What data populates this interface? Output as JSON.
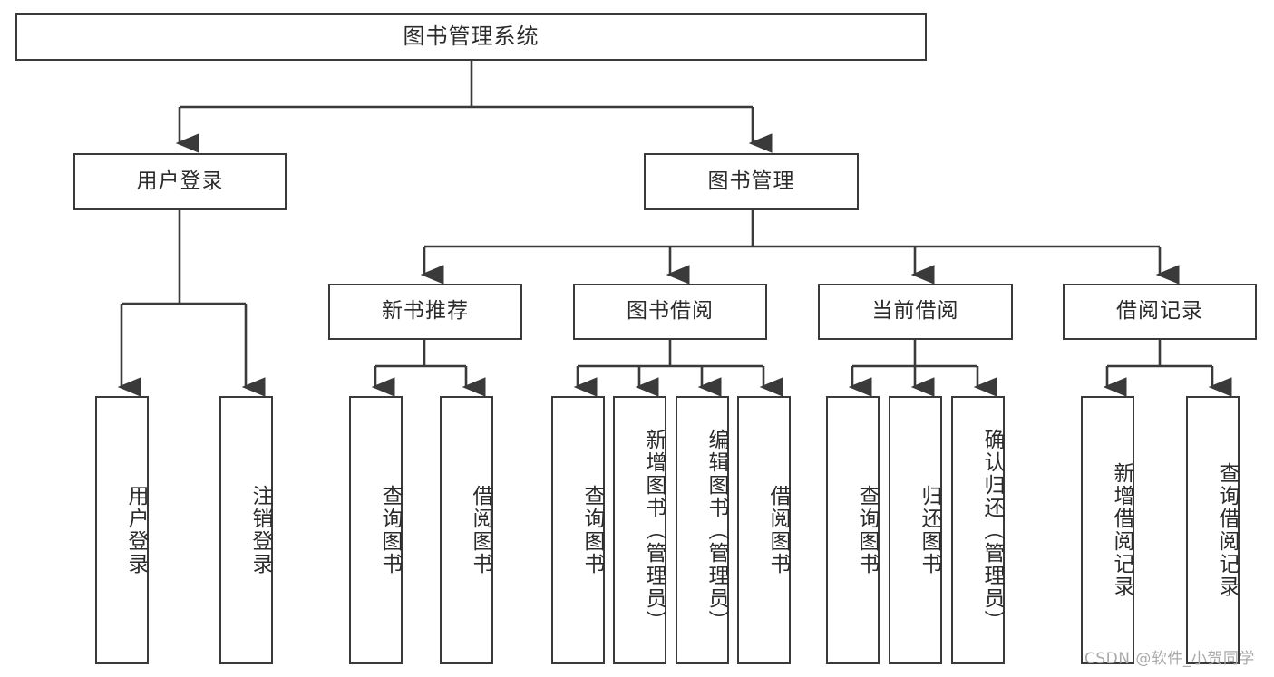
{
  "diagram": {
    "type": "tree",
    "title": "图书管理系统",
    "root": {
      "label": "图书管理系统"
    },
    "level2": [
      {
        "label": "用户登录"
      },
      {
        "label": "图书管理"
      }
    ],
    "level3": [
      {
        "label": "新书推荐"
      },
      {
        "label": "图书借阅"
      },
      {
        "label": "当前借阅"
      },
      {
        "label": "借阅记录"
      }
    ],
    "leaves": {
      "user_login": [
        {
          "label": "用户登录"
        },
        {
          "label": "注销登录"
        }
      ],
      "new_book_recommend": [
        {
          "label": "查询图书"
        },
        {
          "label": "借阅图书"
        }
      ],
      "book_borrow": [
        {
          "label": "查询图书"
        },
        {
          "label": "新增图书（管理员）"
        },
        {
          "label": "编辑图书（管理员）"
        },
        {
          "label": "借阅图书"
        }
      ],
      "current_borrow": [
        {
          "label": "查询图书"
        },
        {
          "label": "归还图书"
        },
        {
          "label": "确认归还（管理员）"
        }
      ],
      "borrow_record": [
        {
          "label": "新增借阅记录"
        },
        {
          "label": "查询借阅记录"
        }
      ]
    },
    "watermark": "CSDN @软件_小贺同学",
    "colors": {
      "stroke": "#3a3a3a",
      "text": "#2b2b2b",
      "background": "#ffffff",
      "watermark": "#a9a9a9"
    }
  }
}
